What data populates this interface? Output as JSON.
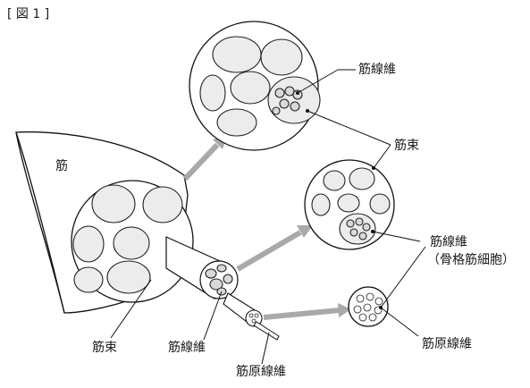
{
  "figure_label": "[ 図 1 ]",
  "labels": {
    "muscle": "筋",
    "bundle_bottom": "筋束",
    "fiber_bottom": "筋線維",
    "myofibril_bottom": "筋原線維",
    "fiber_top": "筋線維",
    "bundle_right": "筋束",
    "fiber_right_line1": "筋線維",
    "fiber_right_line2": "（骨格筋細胞）",
    "myofibril_right": "筋原線維"
  }
}
